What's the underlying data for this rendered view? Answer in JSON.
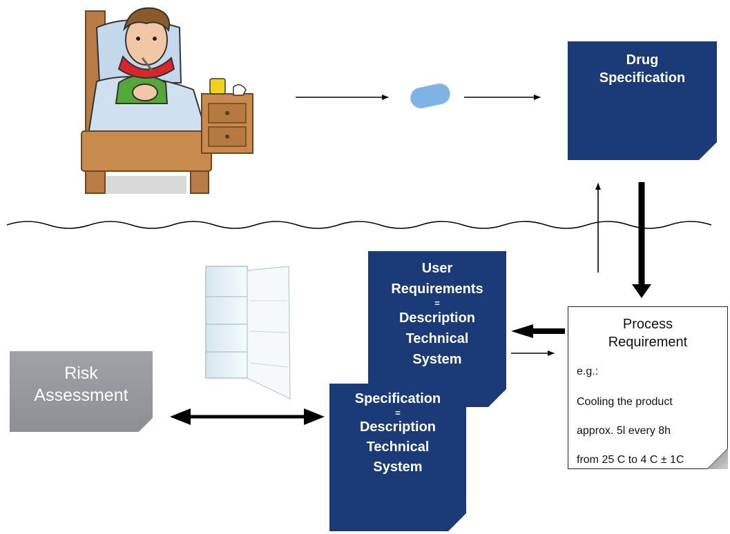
{
  "colors": {
    "navy": "#1b3a78",
    "risk_gray": "#9a9da1",
    "arrow": "#000000",
    "pill": "#7fb2e6"
  },
  "icons": [
    "sick-patient-in-bed-illustration",
    "pill-icon",
    "refrigerator-illustration"
  ],
  "drug_specification": {
    "lines": [
      "Drug",
      "Specification"
    ]
  },
  "user_requirements": {
    "lines": [
      "User",
      "Requirements",
      "=",
      "Description",
      "Technical",
      "System"
    ]
  },
  "specification": {
    "lines": [
      "Specification",
      "=",
      "Description",
      "Technical",
      "System"
    ]
  },
  "process_requirement": {
    "title_lines": [
      "Process",
      "Requirement"
    ],
    "example_label": "e.g.:",
    "example_lines": [
      "Cooling the product",
      "approx. 5l every 8h",
      "from 25 C to 4 C ± 1C"
    ]
  },
  "risk_assessment": {
    "lines": [
      "Risk",
      "Assessment"
    ]
  }
}
